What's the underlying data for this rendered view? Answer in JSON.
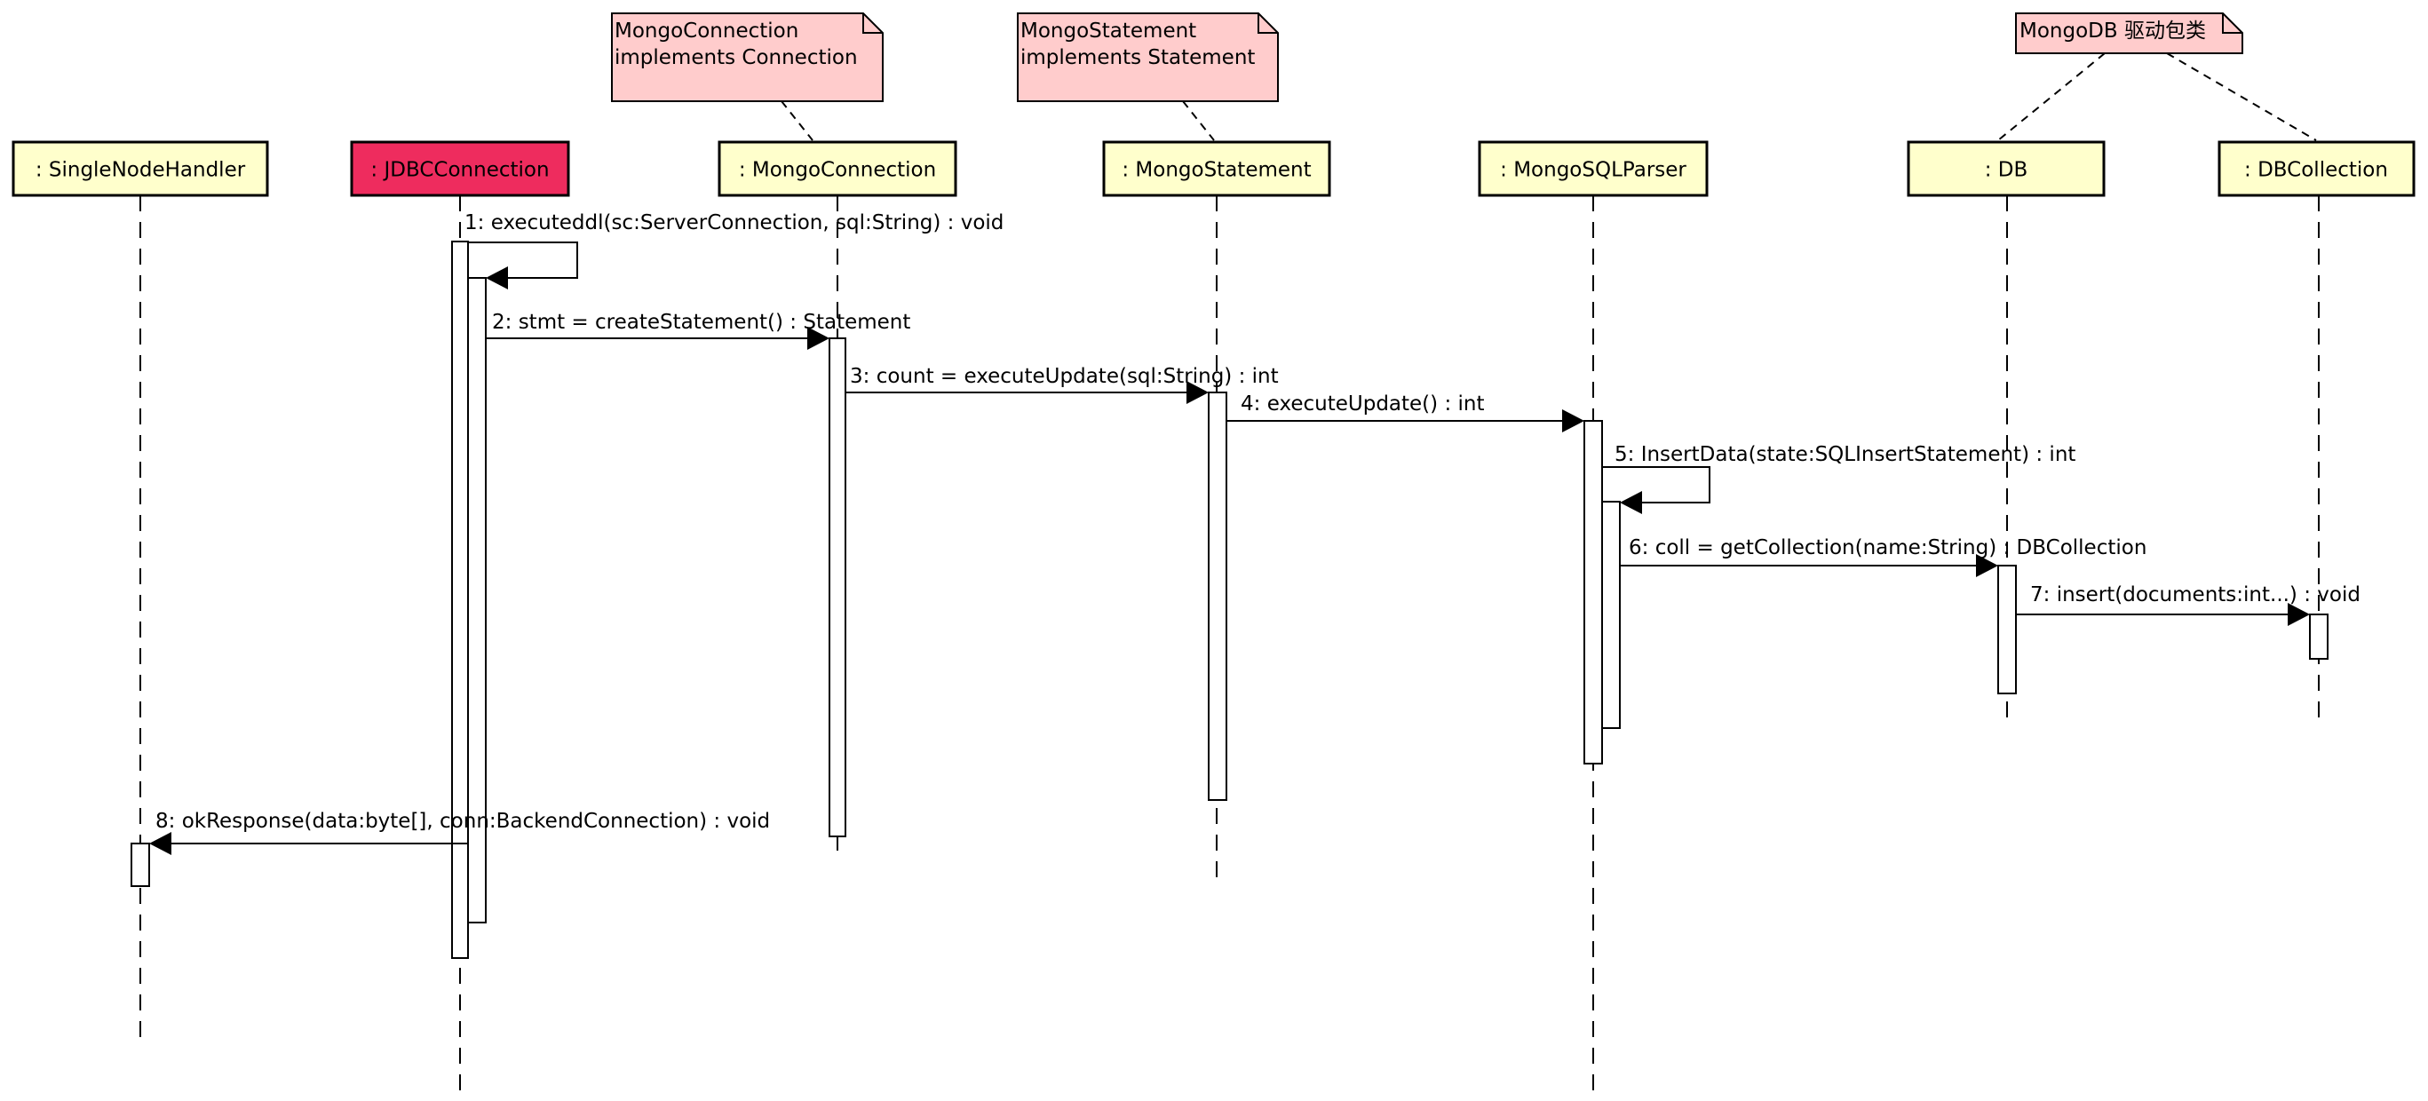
{
  "colors": {
    "participant_fill": "#ffffcc",
    "highlight_fill": "#ee2c5e",
    "note_fill": "#ffcccc",
    "line": "#000000"
  },
  "participants": [
    {
      "id": "single-node-handler",
      "label": ": SingleNodeHandler",
      "highlight": false
    },
    {
      "id": "jdbc-connection",
      "label": ": JDBCConnection",
      "highlight": true
    },
    {
      "id": "mongo-connection",
      "label": ": MongoConnection",
      "highlight": false
    },
    {
      "id": "mongo-statement",
      "label": ": MongoStatement",
      "highlight": false
    },
    {
      "id": "mongo-sql-parser",
      "label": ": MongoSQLParser",
      "highlight": false
    },
    {
      "id": "db",
      "label": ": DB",
      "highlight": false
    },
    {
      "id": "db-collection",
      "label": ": DBCollection",
      "highlight": false
    }
  ],
  "notes": [
    {
      "id": "note-mongo-connection",
      "lines": [
        "MongoConnection",
        "implements Connection"
      ],
      "attached_to": [
        "mongo-connection"
      ]
    },
    {
      "id": "note-mongo-statement",
      "lines": [
        "MongoStatement",
        "implements Statement"
      ],
      "attached_to": [
        "mongo-statement"
      ]
    },
    {
      "id": "note-mongodb-driver",
      "lines": [
        "MongoDB 驱动包类"
      ],
      "attached_to": [
        "db",
        "db-collection"
      ]
    }
  ],
  "messages": [
    {
      "id": "msg-1",
      "label": "1: executeddl(sc:ServerConnection, sql:String) : void",
      "from": "jdbc-connection",
      "to": "jdbc-connection"
    },
    {
      "id": "msg-2",
      "label": "2: stmt = createStatement() : Statement",
      "from": "jdbc-connection",
      "to": "mongo-connection"
    },
    {
      "id": "msg-3",
      "label": "3: count = executeUpdate(sql:String) : int",
      "from": "mongo-connection",
      "to": "mongo-statement"
    },
    {
      "id": "msg-4",
      "label": "4: executeUpdate() : int",
      "from": "mongo-statement",
      "to": "mongo-sql-parser"
    },
    {
      "id": "msg-5",
      "label": "5: InsertData(state:SQLInsertStatement) : int",
      "from": "mongo-sql-parser",
      "to": "mongo-sql-parser"
    },
    {
      "id": "msg-6",
      "label": "6: coll = getCollection(name:String) : DBCollection",
      "from": "mongo-sql-parser",
      "to": "db"
    },
    {
      "id": "msg-7",
      "label": "7: insert(documents:int...) : void",
      "from": "db",
      "to": "db-collection"
    },
    {
      "id": "msg-8",
      "label": "8: okResponse(data:byte[], conn:BackendConnection) : void",
      "from": "jdbc-connection",
      "to": "single-node-handler"
    }
  ]
}
